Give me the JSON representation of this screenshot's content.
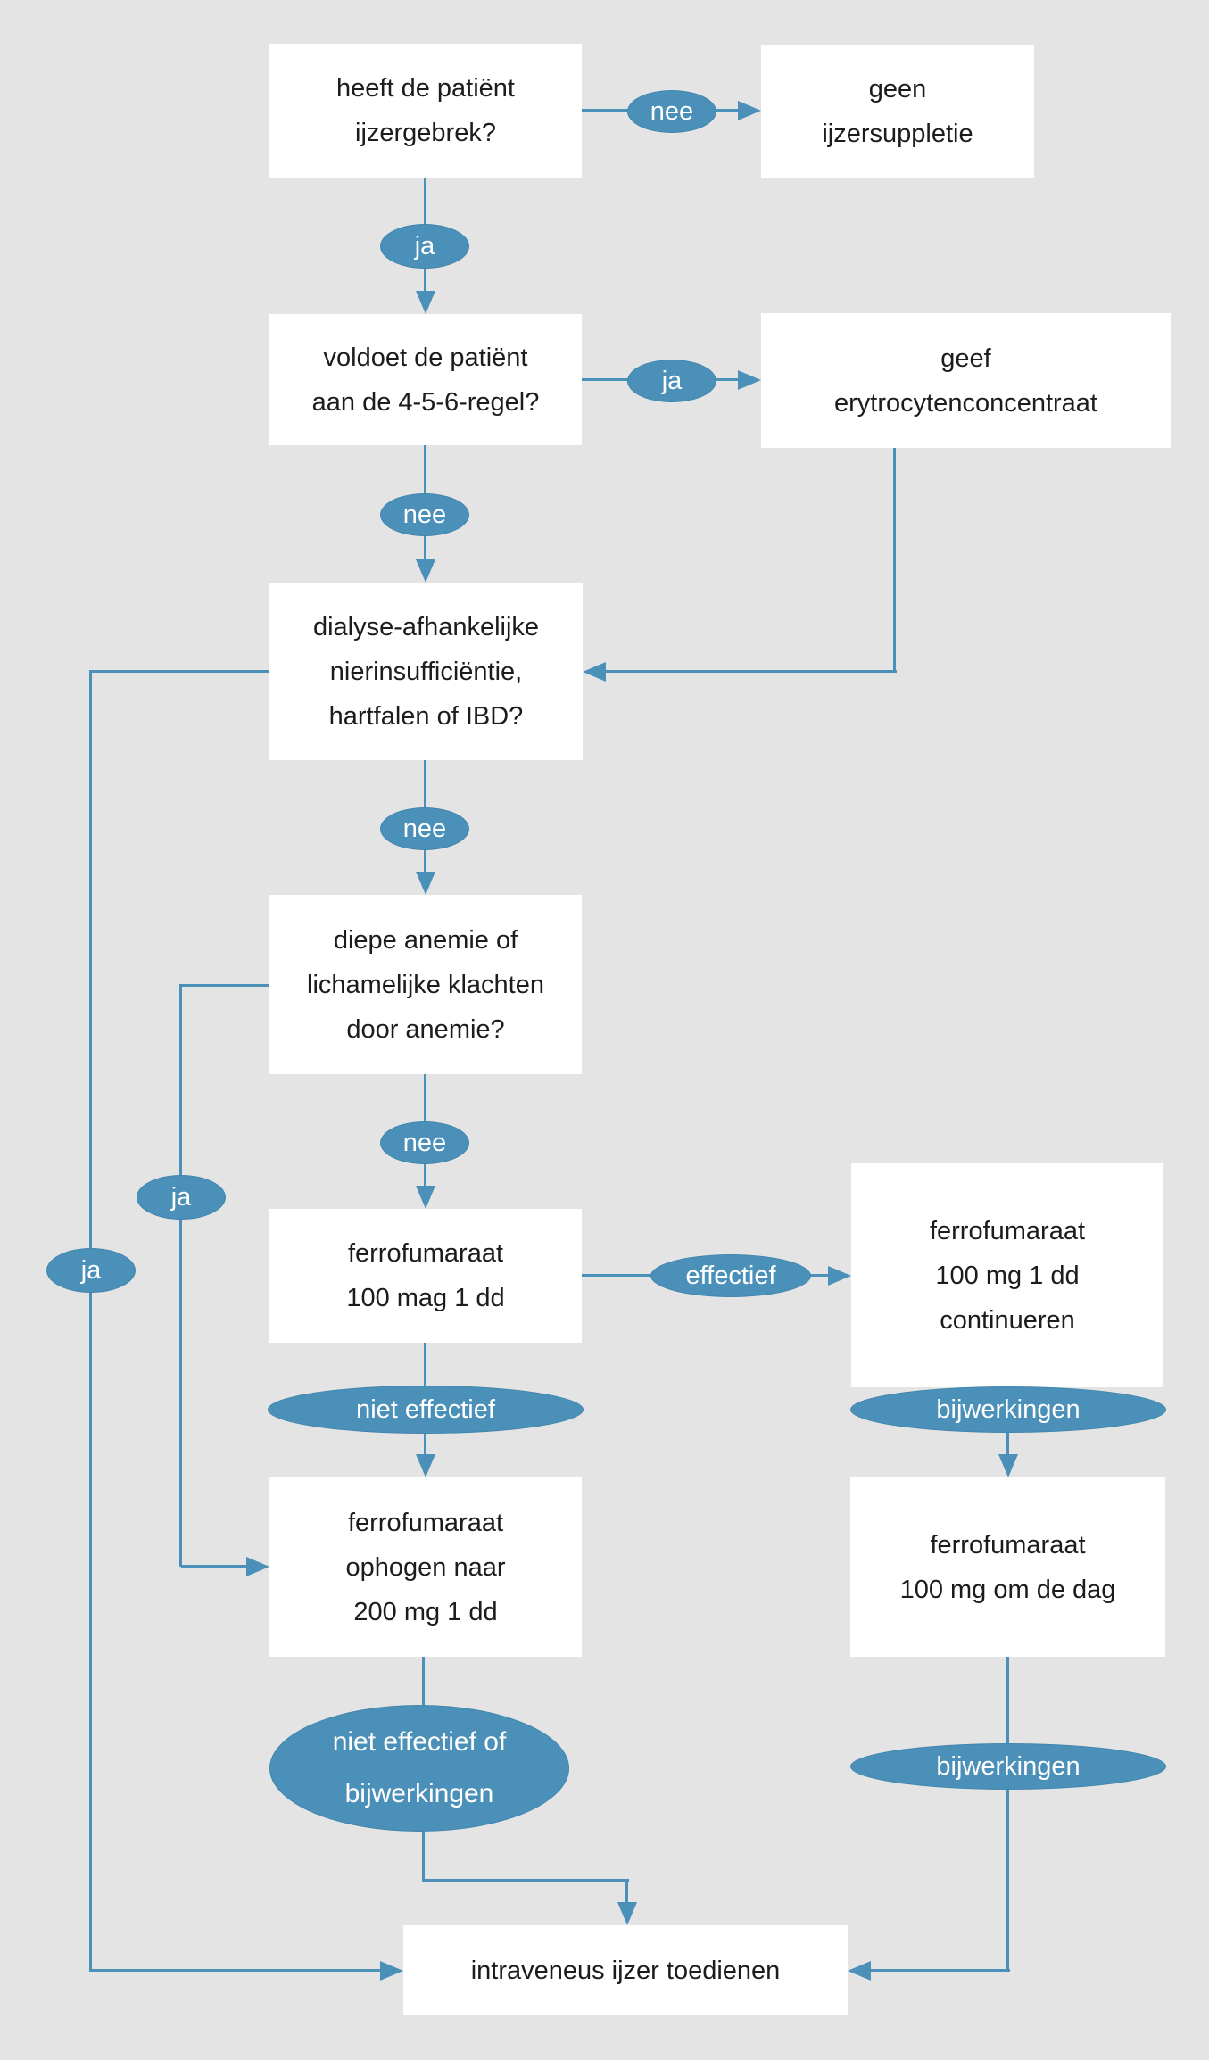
{
  "colors": {
    "background": "#e4e4e4",
    "accent": "#4b90b8",
    "node_fill": "#ffffff",
    "node_text": "#1c1c1c",
    "label_text": "#ffffff"
  },
  "nodes": {
    "iron_deficiency": {
      "text": "heeft de patiënt\nijzergebrek?"
    },
    "no_suppletion": {
      "text": "geen\nijzersuppletie"
    },
    "rule_456": {
      "text": "voldoet de patiënt\naan de 4-5-6-regel?"
    },
    "erytrocyten": {
      "text": "geef\nerytrocytenconcentraat"
    },
    "dialyse": {
      "text": "dialyse-afhankelijke\nnierinsufficiëntie,\nhartfalen of IBD?"
    },
    "diepe_anemie": {
      "text": "diepe anemie of\nlichamelijke klachten\ndoor anemie?"
    },
    "ferro_100": {
      "text": "ferrofumaraat\n100 mag 1 dd"
    },
    "ferro_100_cont": {
      "text": "ferrofumaraat\n100 mg 1 dd\ncontinueren"
    },
    "ferro_200": {
      "text": "ferrofumaraat\nophogen naar\n200 mg 1 dd"
    },
    "ferro_om_de_dag": {
      "text": "ferrofumaraat\n100 mg om de dag"
    },
    "iv_ijzer": {
      "text": "intraveneus ijzer toedienen"
    }
  },
  "labels": {
    "nee_1": "nee",
    "ja_1": "ja",
    "ja_2": "ja",
    "nee_2": "nee",
    "nee_3": "nee",
    "nee_4": "nee",
    "effectief": "effectief",
    "niet_effectief": "niet effectief",
    "bijwerkingen_1": "bijwerkingen",
    "niet_effectief_of_bijwerkingen": "niet effectief of\nbijwerkingen",
    "bijwerkingen_2": "bijwerkingen",
    "ja_inner": "ja",
    "ja_outer": "ja"
  }
}
